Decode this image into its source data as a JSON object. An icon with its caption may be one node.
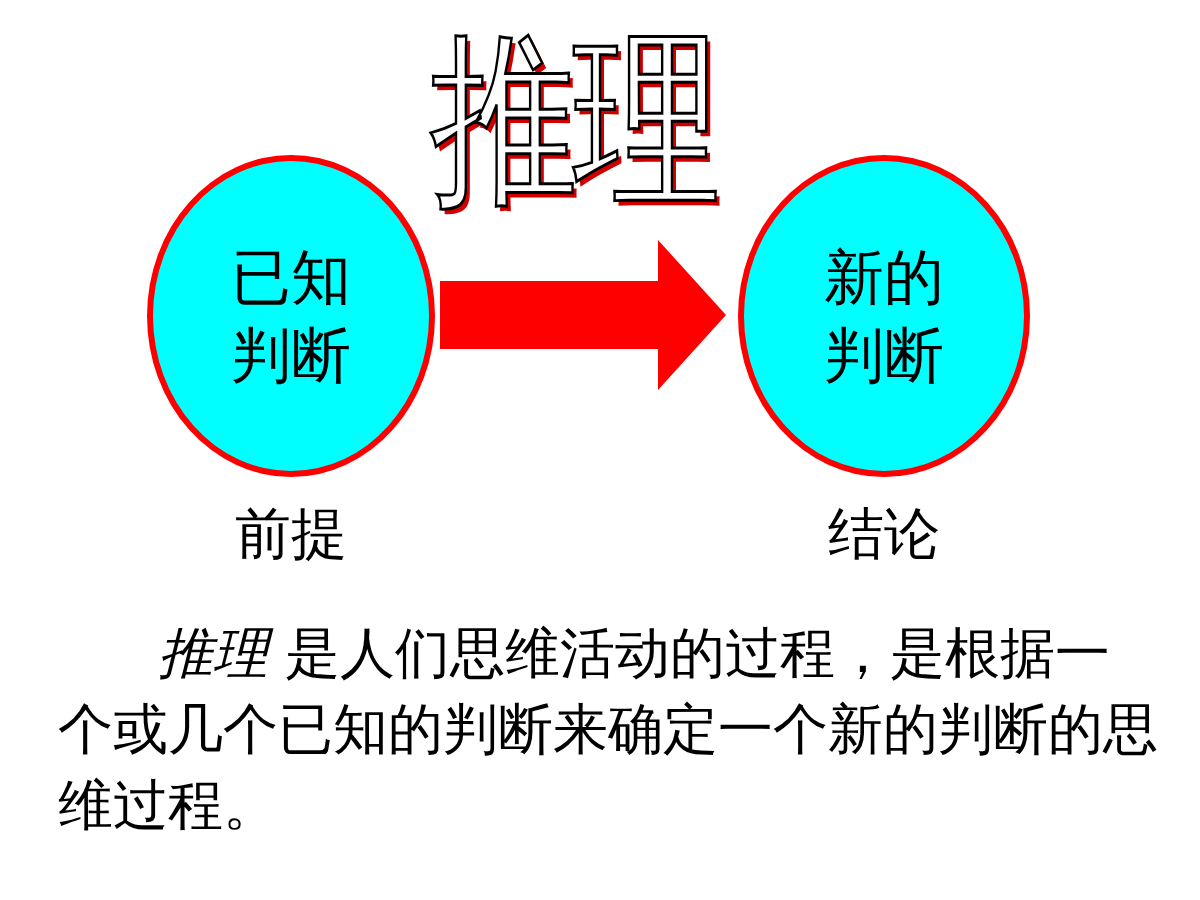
{
  "diagram": {
    "title": "推理",
    "nodes": [
      {
        "text": [
          "已知判断"
        ],
        "beside": [
          "前提"
        ]
      },
      {
        "text": [
          "新的判断"
        ],
        "beside": [
          "结论"
        ]
      }
    ],
    "edges": [
      {
        "from": 0,
        "to": 1,
        "arrow": "to"
      }
    ],
    "labels": [
      "*推理* 是人们思维活动的过程，是根据一个或几个已知的判断来确定一个新的判断的思维过程。"
    ]
  }
}
